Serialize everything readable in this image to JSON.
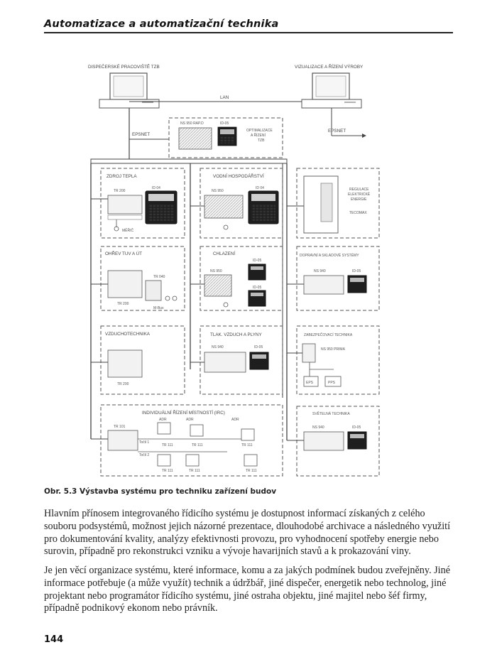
{
  "header": {
    "title": "Automatizace a automatizační technika"
  },
  "diagram": {
    "labels": {
      "dispatch_ws": "DISPEČERSKÉ PRACOVIŠTĚ TZB",
      "visualization": "VIZUALIZACE A ŘÍZENÍ VÝROBY",
      "lan": "LAN",
      "epsnet_left": "EPSNET",
      "epsnet_right": "EPSNET",
      "ns950rapid": "NS 950 RAP.D",
      "id05_top": "ID-05",
      "optimization": [
        "OPTIMALIZACE",
        "A ŘÍZENÍ",
        "TZB"
      ],
      "heat_source": "ZDROJ TEPLA",
      "tr200_a": "TR 200",
      "id04_a": "ID 04",
      "meric": "MĚŘIČ",
      "water": "VODNÍ HOSPODÁŘSTVÍ",
      "ns950_a": "NS 950",
      "id04_b": "ID 04",
      "regulation": [
        "REGULACE",
        "ELEKTRICKÉ",
        "ENERGIE"
      ],
      "tecomax": "TECOMAX",
      "hot_water": "OHŘEV TUV A ÚT",
      "tr040": "TR 040",
      "tr200_b": "TR 200",
      "mbus": "M-Bus",
      "cooling": "CHLAZENÍ",
      "ns950_b": "NS 950",
      "id05_a": "ID-05",
      "id05_b": "ID-05",
      "transport": "DOPRAVNÍ A SKLADOVÉ SYSTÉMY",
      "ns940_a": "NS 940",
      "id05_c": "ID-05",
      "air": "VZDUCHOTECHNIKA",
      "tr200_c": "TR 200",
      "pressure": "TLAK. VZDUCH A PLYNY",
      "ns940_b": "NS 940",
      "id05_d": "ID-05",
      "security": "ZABEZPEČOVACÍ TECHNIKA",
      "ns950prima": "NS 950 PRIMA",
      "eps": "EPS",
      "pps": "PPS",
      "rooms": "INDIVIDUÁLNÍ ŘÍZENÍ MÍSTNOSTÍ (IRC)",
      "tr101": "TR 101",
      "tocil1": "Točil 1",
      "tocil2": "Točil 2",
      "tr111": "TR 111",
      "lighting": "SVĚTELNÁ TECHNIKA",
      "ns940_c": "NS 940",
      "id05_e": "ID-05",
      "adr": "ADR"
    }
  },
  "caption": "Obr. 5.3 Výstavba systému pro techniku zařízení budov",
  "paragraphs": [
    "Hlavním přínosem integrovaného řídicího systému je dostupnost informací získaných z celého souboru podsystémů, možnost jejich názorné prezentace, dlouhodobé archivace a následného využití pro dokumentování kvality, analýzy efektivnosti provozu, pro vyhodnocení spotřeby energie nebo surovin, případně pro rekonstrukci vzniku a vývoje havarijních stavů a k prokazování viny.",
    "Je jen věcí organizace systému, které informace, komu a za jakých podmínek budou zveřejněny. Jiné informace potřebuje (a může využít) technik a údržbář, jiné dispečer, energetik nebo technolog, jiné projektant nebo programátor řídicího systému, jiné ostraha objektu, jiné majitel nebo šéf firmy, případně podnikový ekonom nebo právník."
  ],
  "page_number": "144"
}
